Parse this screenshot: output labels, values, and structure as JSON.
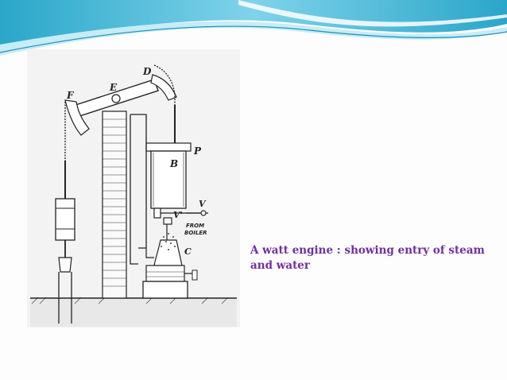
{
  "slide": {
    "caption": "A watt engine : showing entry of steam and water",
    "caption_color": "#7030a0",
    "header_colors": [
      "#2aa6c9",
      "#7fd3ea",
      "#c6ecf6"
    ]
  },
  "figure": {
    "labels": {
      "E": "E",
      "D": "D",
      "F": "F",
      "B": "B",
      "P": "P",
      "V": "V",
      "V_prime": "V'",
      "C": "C",
      "from_boiler_1": "FROM",
      "from_boiler_2": "BOILER"
    }
  }
}
